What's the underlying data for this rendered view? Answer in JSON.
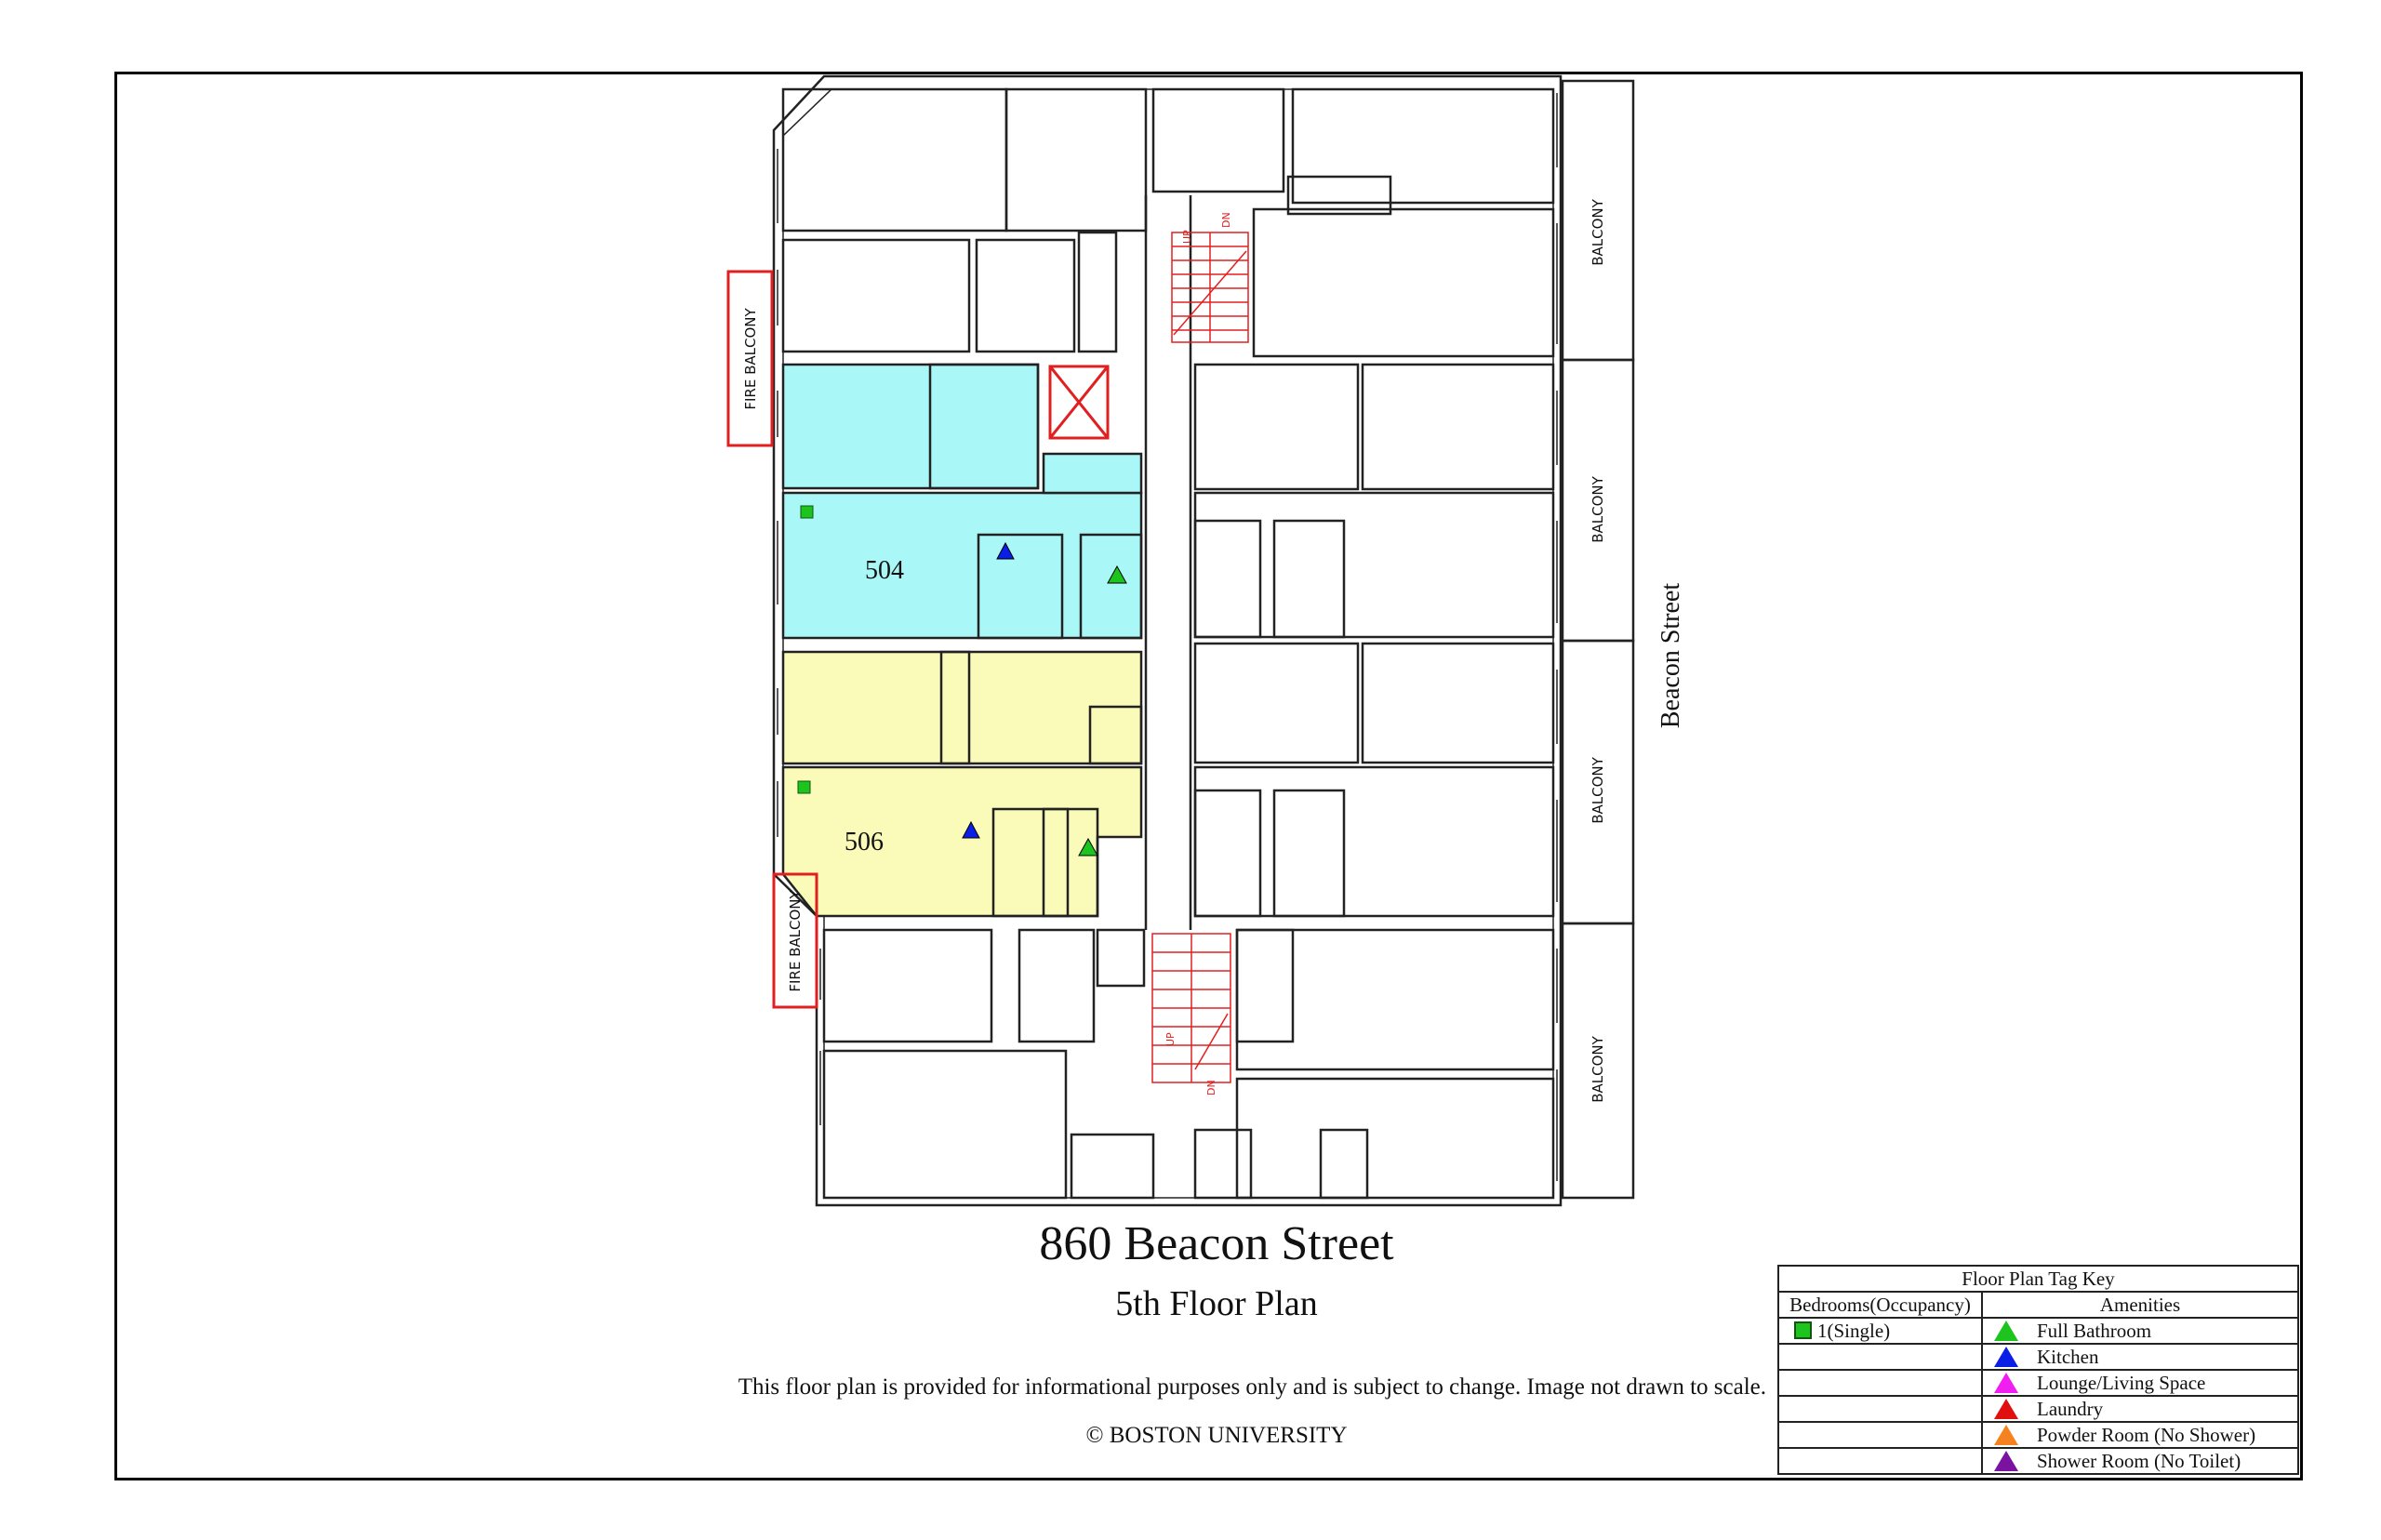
{
  "plan": {
    "title": "860 Beacon Street",
    "subtitle": "5th Floor Plan",
    "disclaimer": "This floor plan is provided for informational purposes only and is subject to change. Image not drawn to scale.",
    "copyright": "© BOSTON UNIVERSITY",
    "street_label": "Beacon Street",
    "units": [
      {
        "label": "504",
        "color": "#aaf7f7"
      },
      {
        "label": "506",
        "color": "#fafab9"
      }
    ],
    "fire_balcony": "FIRE  BALCONY",
    "balcony": "BALCONY",
    "stair_up": "UP",
    "stair_dn": "DN"
  },
  "key": {
    "title": "Floor Plan Tag Key",
    "bedrooms_header": "Bedrooms(Occupancy)",
    "amenities_header": "Amenities",
    "bedrooms": [
      {
        "label": "1(Single)",
        "color": "#1ec41e"
      }
    ],
    "amenities": [
      {
        "label": "Full Bathroom",
        "color": "#1ec41e"
      },
      {
        "label": "Kitchen",
        "color": "#0a1ee6"
      },
      {
        "label": "Lounge/Living Space",
        "color": "#f01ef0"
      },
      {
        "label": "Laundry",
        "color": "#e01010"
      },
      {
        "label": "Powder Room (No Shower)",
        "color": "#f5821e"
      },
      {
        "label": "Shower Room (No Toilet)",
        "color": "#7a14a0"
      }
    ]
  }
}
